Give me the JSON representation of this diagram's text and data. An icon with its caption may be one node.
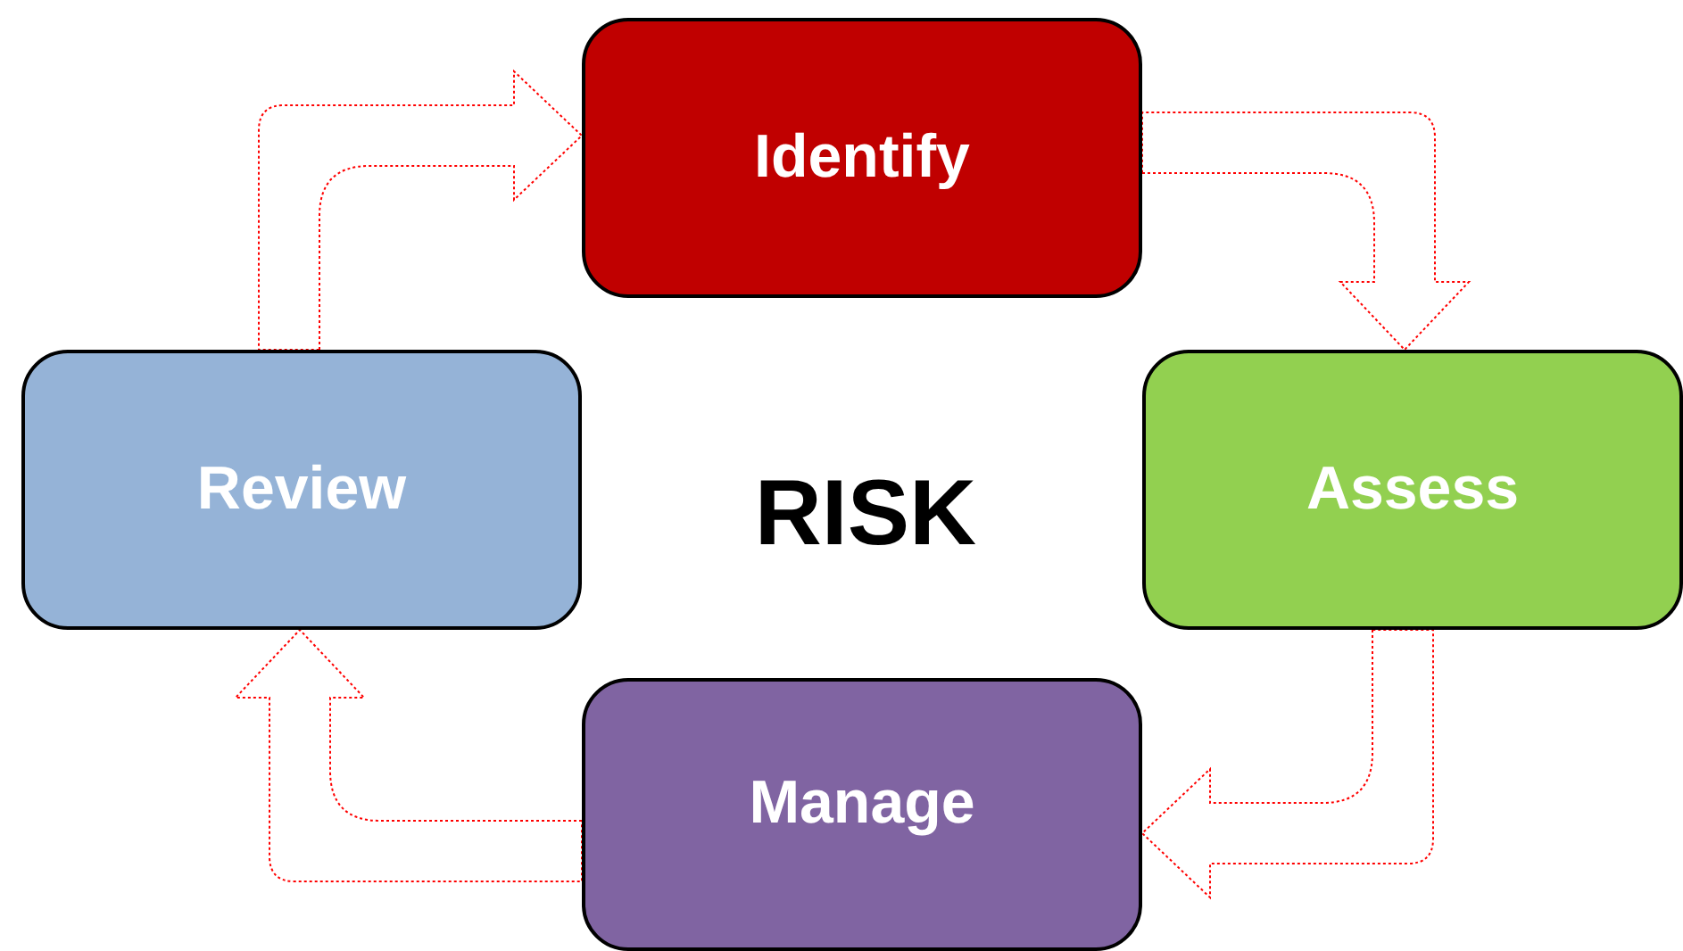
{
  "diagram": {
    "nodes": [
      {
        "text": [
          "Identify"
        ]
      },
      {
        "text": [
          "Assess"
        ]
      },
      {
        "text": [
          "Manage"
        ]
      },
      {
        "text": [
          "Review"
        ]
      }
    ],
    "edges": [
      {
        "from": 3,
        "to": 0,
        "arrow": "to"
      },
      {
        "from": 0,
        "to": 1,
        "arrow": "to"
      },
      {
        "from": 1,
        "to": 2,
        "arrow": "to"
      },
      {
        "from": 2,
        "to": 3,
        "arrow": "to"
      }
    ],
    "labels": [
      "RISK"
    ]
  }
}
